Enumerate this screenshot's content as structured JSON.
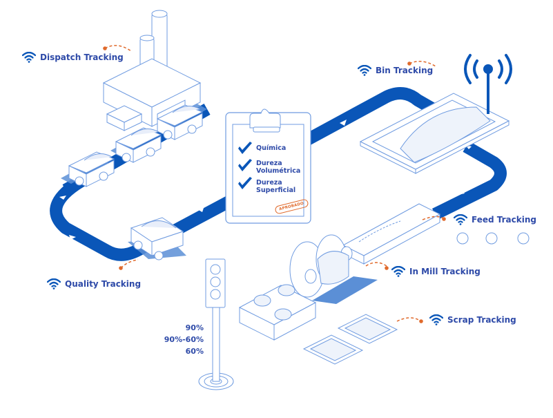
{
  "colors": {
    "road": "#0a56b8",
    "road_shadow": "#5b8fd6",
    "line_art": "#6f9be0",
    "label_text": "#2e4aa8",
    "accent_orange": "#e06a2c",
    "background": "#ffffff"
  },
  "labels": {
    "dispatch": "Dispatch Tracking",
    "bin": "Bin Tracking",
    "feed": "Feed Tracking",
    "in_mill": "In Mill Tracking",
    "scrap": "Scrap Tracking",
    "quality": "Quality Tracking"
  },
  "checklist": {
    "items": [
      {
        "line1": "Química",
        "line2": ""
      },
      {
        "line1": "Dureza",
        "line2": "Volumétrica"
      },
      {
        "line1": "Dureza",
        "line2": "Superficial"
      }
    ],
    "stamp": "APROBADO"
  },
  "traffic_light": {
    "levels": [
      "90%",
      "90%-60%",
      "60%"
    ]
  },
  "icons": {
    "tracking": "wifi-icon",
    "antenna": "broadcast-antenna-icon",
    "check": "checkmark-icon",
    "arrow": "direction-arrow-icon"
  }
}
